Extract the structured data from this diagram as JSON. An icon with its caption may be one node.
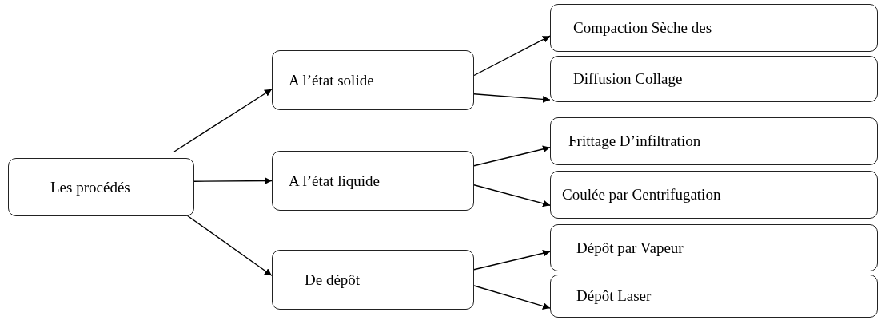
{
  "diagram": {
    "nodes": [
      {
        "text": [
          "Les procédés"
        ]
      },
      {
        "text": [
          "A l’état solide"
        ]
      },
      {
        "text": [
          "A l’état liquide"
        ]
      },
      {
        "text": [
          "De dépôt"
        ]
      },
      {
        "text": [
          "Compaction Sèche des"
        ]
      },
      {
        "text": [
          "Diffusion Collage"
        ]
      },
      {
        "text": [
          "Frittage D’infiltration"
        ]
      },
      {
        "text": [
          "Coulée par Centrifugation"
        ]
      },
      {
        "text": [
          "Dépôt par Vapeur"
        ]
      },
      {
        "text": [
          "Dépôt Laser"
        ]
      }
    ],
    "edges": [
      {
        "from": 0,
        "to": 1,
        "arrow": "to"
      },
      {
        "from": 0,
        "to": 2,
        "arrow": "to"
      },
      {
        "from": 0,
        "to": 3,
        "arrow": "to"
      },
      {
        "from": 1,
        "to": 4,
        "arrow": "to"
      },
      {
        "from": 1,
        "to": 5,
        "arrow": "to"
      },
      {
        "from": 2,
        "to": 6,
        "arrow": "to"
      },
      {
        "from": 2,
        "to": 7,
        "arrow": "to"
      },
      {
        "from": 3,
        "to": 8,
        "arrow": "to"
      },
      {
        "from": 3,
        "to": 9,
        "arrow": "to"
      }
    ]
  }
}
